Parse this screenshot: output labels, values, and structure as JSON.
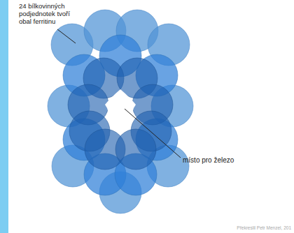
{
  "diagram": {
    "labels": [
      "24 bílkovinných podjednotek tvoří obal ferritinu",
      "místo pro železo",
      "Překreslil Petr Menzel, 201"
    ]
  }
}
